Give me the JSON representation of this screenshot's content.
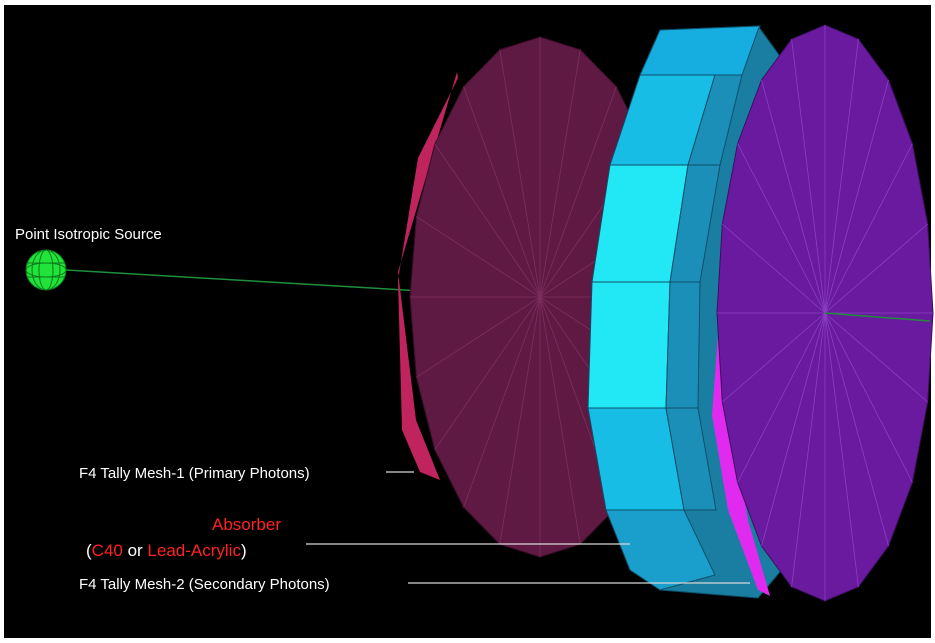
{
  "labels": {
    "source": "Point Isotropic Source",
    "mesh1": "F4 Tally Mesh-1 (Primary Photons)",
    "absorber_title": "Absorber",
    "absorber_open": "(",
    "absorber_c40": "C40",
    "absorber_or": " or ",
    "absorber_lead": "Lead-Acrylic",
    "absorber_close": ")",
    "mesh2": "F4 Tally Mesh-2 (Secondary Photons)"
  },
  "colors": {
    "background": "#000000",
    "frame": "#ffffff",
    "beam": "#1f8f3a",
    "source_sphere": "#22e33a",
    "mesh1_face": "#5e1a42",
    "mesh1_rim": "#c0245e",
    "absorber_light": "#22e8f5",
    "absorber_mid": "#18bde6",
    "absorber_dark": "#1a7ea3",
    "mesh2_face": "#6a1a9e",
    "mesh2_rim": "#e02af0",
    "leader": "#d8d8d8",
    "label_text": "#ffffff",
    "label_accent": "#ff2222"
  },
  "icons": [
    "source-sphere-icon"
  ]
}
